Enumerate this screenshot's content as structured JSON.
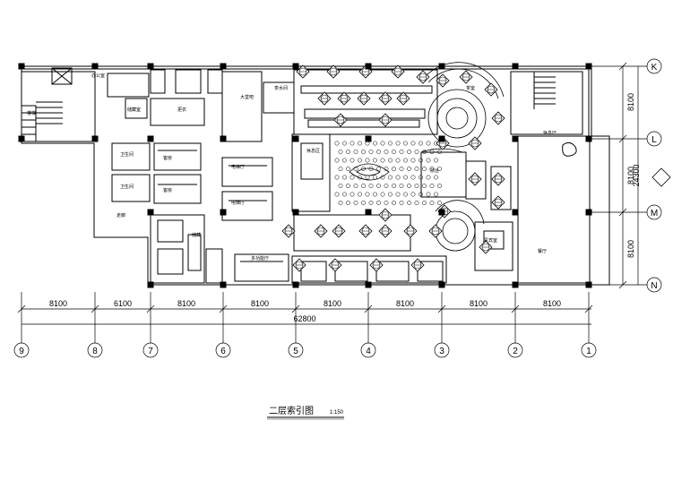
{
  "drawing": {
    "title": "二层索引图",
    "scale": "1:150"
  },
  "axes_bottom": {
    "labels": [
      "9",
      "8",
      "7",
      "6",
      "5",
      "4",
      "3",
      "2",
      "1"
    ],
    "dimensions": [
      "8100",
      "6100",
      "8100",
      "8100",
      "8100",
      "8100",
      "8100",
      "8100"
    ],
    "total": "62800"
  },
  "axes_right": {
    "labels": [
      "K",
      "L",
      "M",
      "N"
    ],
    "dimensions": [
      "8100",
      "8100",
      "8100"
    ],
    "total": "24300"
  },
  "room_labels": [
    "办公室",
    "楼梯",
    "储藏室",
    "更衣",
    "客房",
    "客房",
    "电梯厅",
    "电梯厅",
    "走廊",
    "大堂吧",
    "茶水间",
    "储藏",
    "休息区",
    "前台",
    "贵宾室",
    "卫生间",
    "卫生间",
    "餐厅",
    "休息厅",
    "多功能厅",
    "茶室"
  ],
  "colors": {
    "line": "#000000",
    "background": "#ffffff",
    "column": "#000000"
  }
}
